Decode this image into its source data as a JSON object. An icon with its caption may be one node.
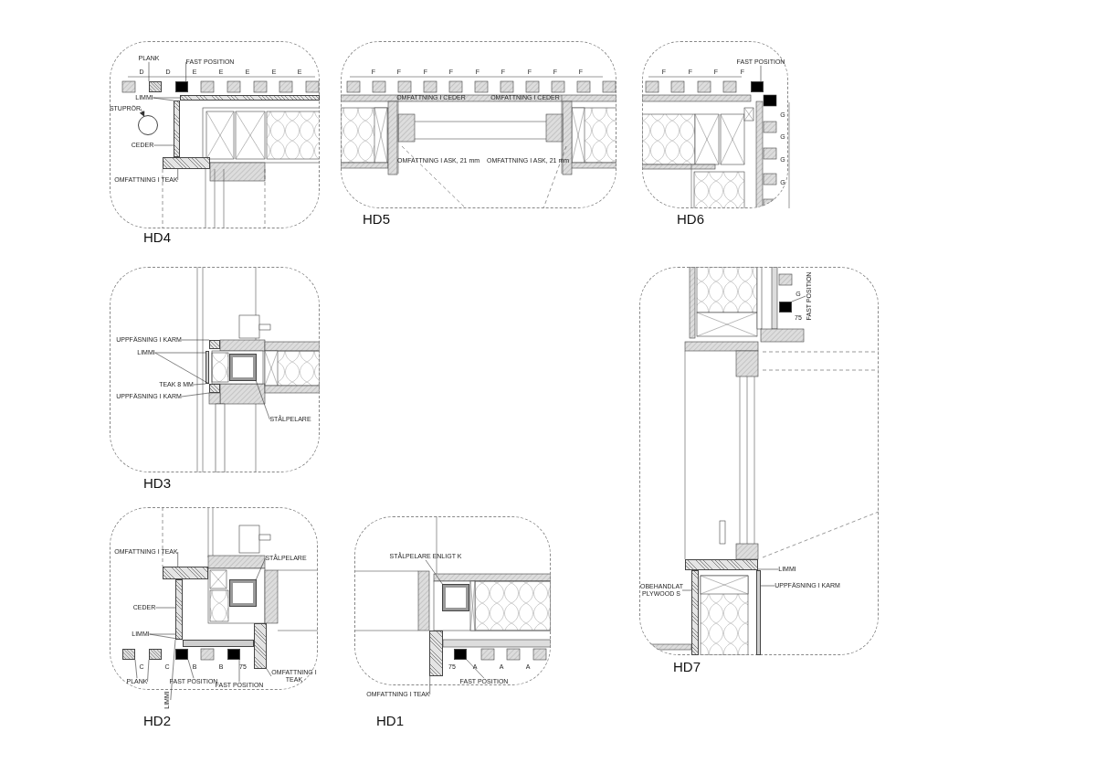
{
  "diagram": {
    "nodes": [
      {
        "text": [
          "HD4"
        ]
      },
      {
        "text": [
          "PLANK"
        ],
        "in": 0
      },
      {
        "text": [
          "FAST POSITION"
        ],
        "in": 0
      },
      {
        "text": [
          "LIMMI"
        ],
        "in": 0
      },
      {
        "text": [
          "STUPRÖR"
        ],
        "in": 0
      },
      {
        "text": [],
        "shape": "circle",
        "in": 0
      },
      {
        "text": [
          "CEDER"
        ],
        "in": 0
      },
      {
        "text": [
          "OMFATTNING I TEAK"
        ],
        "in": 0
      },
      {
        "text": [
          "HD5"
        ]
      },
      {
        "text": [
          "HD6"
        ]
      },
      {
        "text": [
          "FAST POSITION"
        ],
        "in": 9
      },
      {
        "text": [
          "HD3"
        ]
      },
      {
        "text": [
          "UPPFÄSNING I KARM"
        ],
        "in": 11
      },
      {
        "text": [
          "LIMMI"
        ],
        "in": 11
      },
      {
        "text": [
          "TEAK 8 MM"
        ],
        "in": 11
      },
      {
        "text": [
          "UPPFÄSNING I KARM"
        ],
        "in": 11
      },
      {
        "text": [
          "STÅLPELARE"
        ],
        "in": 11
      },
      {
        "text": [
          "HD2"
        ]
      },
      {
        "text": [
          "OMFATTNING I TEAK"
        ],
        "in": 17
      },
      {
        "text": [
          "STÅLPELARE"
        ],
        "in": 17
      },
      {
        "text": [
          "CEDER"
        ],
        "in": 17
      },
      {
        "text": [
          "LIMMI"
        ],
        "in": 17
      },
      {
        "text": [
          "FAST POSITION"
        ],
        "in": 17
      },
      {
        "text": [
          "FAST POSITION"
        ],
        "in": 17
      },
      {
        "text": [
          "OMFATTNING I TEAK"
        ],
        "in": 17
      },
      {
        "text": [
          "PLANK"
        ],
        "in": 17
      },
      {
        "text": [
          "LIMMI"
        ]
      },
      {
        "text": [
          "HD1"
        ]
      },
      {
        "text": [
          "STÅLPELARE ENLIGT K"
        ],
        "in": 27
      },
      {
        "text": [
          "FAST POSITION"
        ],
        "in": 27
      },
      {
        "text": [
          "OMFATTNING I TEAK"
        ]
      },
      {
        "text": [
          "HD7"
        ]
      },
      {
        "text": [
          "FAST POSITION"
        ],
        "in": 31
      },
      {
        "text": [
          "LIMMI"
        ],
        "in": 31
      },
      {
        "text": [
          "UPPFÄSNING I KARM"
        ],
        "in": 31
      },
      {
        "text": [
          "OBEHANDLAT PLYWOOD S"
        ],
        "in": 31
      },
      {
        "text": [],
        "shape": "box",
        "in": 0
      },
      {
        "text": [],
        "shape": "box",
        "in": 0
      },
      {
        "text": [],
        "shape": "box",
        "in": 0
      },
      {
        "text": [],
        "shape": "box",
        "in": 0
      },
      {
        "text": [],
        "shape": "box",
        "in": 0
      },
      {
        "text": [],
        "shape": "box",
        "in": 9
      },
      {
        "text": [],
        "shape": "box",
        "in": 11
      },
      {
        "text": [],
        "shape": "box",
        "in": 11
      },
      {
        "text": [],
        "shape": "box",
        "in": 11
      },
      {
        "text": [],
        "shape": "box",
        "in": 11
      },
      {
        "text": [],
        "shape": "box",
        "in": 17
      },
      {
        "text": [],
        "shape": "box",
        "in": 17
      },
      {
        "text": [],
        "shape": "box",
        "in": 17
      },
      {
        "text": [],
        "shape": "box",
        "in": 17
      },
      {
        "text": [],
        "shape": "box",
        "in": 17
      },
      {
        "text": [],
        "shape": "box",
        "in": 17
      },
      {
        "text": [],
        "shape": "box",
        "in": 17
      },
      {
        "text": [],
        "shape": "box",
        "in": 17
      },
      {
        "text": [],
        "shape": "box",
        "in": 17
      },
      {
        "text": [],
        "shape": "box",
        "in": 27
      },
      {
        "text": [],
        "shape": "box",
        "in": 27
      },
      {
        "text": [],
        "shape": "box",
        "in": 27
      },
      {
        "text": [],
        "shape": "box",
        "in": 31
      },
      {
        "text": [],
        "shape": "box",
        "in": 31
      },
      {
        "text": [],
        "shape": "box",
        "in": 31
      },
      {
        "text": [],
        "shape": "box",
        "in": 31
      }
    ],
    "edges": [
      {
        "from": 1,
        "to": 36,
        "arrow": "none"
      },
      {
        "from": 2,
        "to": 37,
        "arrow": "none"
      },
      {
        "from": 3,
        "to": 38,
        "arrow": "none"
      },
      {
        "from": 3,
        "to": 39,
        "arrow": "none"
      },
      {
        "from": 4,
        "to": 5,
        "arrow": "to"
      },
      {
        "from": 6,
        "to": 39,
        "arrow": "none"
      },
      {
        "from": 7,
        "to": 40,
        "arrow": "none"
      },
      {
        "from": 10,
        "to": 41,
        "arrow": "none"
      },
      {
        "from": 12,
        "to": 42,
        "arrow": "none"
      },
      {
        "from": 13,
        "to": 43,
        "arrow": "none"
      },
      {
        "from": 13,
        "to": 44,
        "arrow": "none"
      },
      {
        "from": 14,
        "to": 43,
        "arrow": "none"
      },
      {
        "from": 15,
        "to": 44,
        "arrow": "none"
      },
      {
        "from": 16,
        "to": 45,
        "arrow": "none"
      },
      {
        "from": 18,
        "to": 46,
        "arrow": "none"
      },
      {
        "from": 19,
        "to": 47,
        "arrow": "none"
      },
      {
        "from": 20,
        "to": 48,
        "arrow": "none"
      },
      {
        "from": 21,
        "to": 48,
        "arrow": "none"
      },
      {
        "from": 21,
        "to": 49,
        "arrow": "none"
      },
      {
        "from": 22,
        "to": 50,
        "arrow": "none"
      },
      {
        "from": 23,
        "to": 51,
        "arrow": "none"
      },
      {
        "from": 24,
        "to": 52,
        "arrow": "none"
      },
      {
        "from": 25,
        "to": 53,
        "arrow": "none"
      },
      {
        "from": 25,
        "to": 54,
        "arrow": "none"
      },
      {
        "from": 26,
        "to": 48,
        "arrow": "none"
      },
      {
        "from": 28,
        "to": 55,
        "arrow": "none"
      },
      {
        "from": 29,
        "to": 56,
        "arrow": "none"
      },
      {
        "from": 30,
        "to": 57,
        "arrow": "none"
      },
      {
        "from": 32,
        "to": 58,
        "arrow": "none"
      },
      {
        "from": 33,
        "to": 59,
        "arrow": "none"
      },
      {
        "from": 34,
        "to": 60,
        "arrow": "none"
      },
      {
        "from": 35,
        "to": 61,
        "arrow": "none"
      }
    ],
    "labels": [
      "D",
      "D",
      "E",
      "E",
      "E",
      "E",
      "E",
      "F",
      "F",
      "F",
      "F",
      "F",
      "F",
      "F",
      "F",
      "F",
      "OMFATTNING I CEDER",
      "OMFATTNING I CEDER",
      "OMFATTNING I ASK, 21 mm",
      "OMFATTNING I ASK, 21 mm",
      "F",
      "F",
      "F",
      "F",
      "G",
      "G",
      "G",
      "G",
      "G",
      "75",
      "C",
      "C",
      "B",
      "B",
      "75",
      "75",
      "A",
      "A",
      "A"
    ]
  }
}
